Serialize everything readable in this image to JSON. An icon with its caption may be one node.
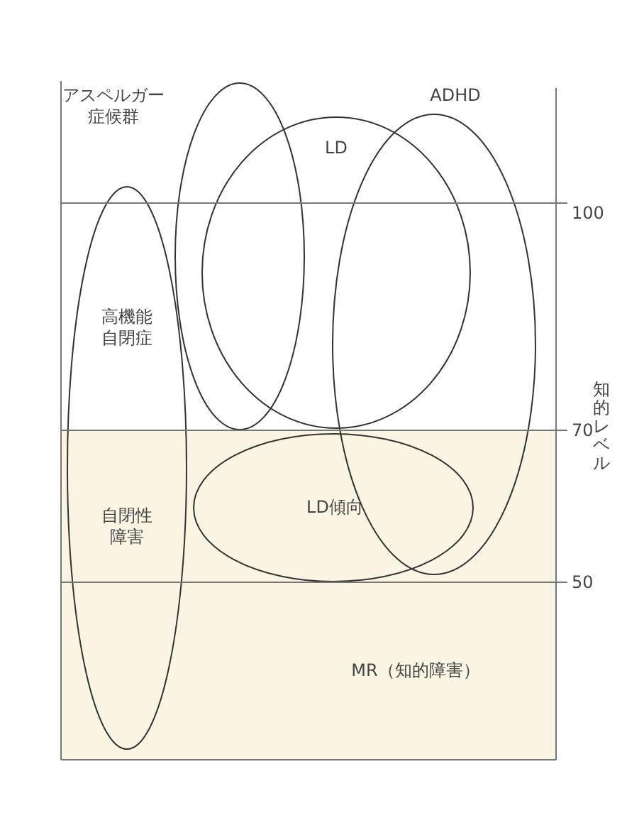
{
  "diagram": {
    "nodes": [
      {
        "text": [
          "アスペルガー症候群"
        ]
      },
      {
        "text": [
          "ADHD"
        ]
      },
      {
        "text": [
          "LD"
        ]
      },
      {
        "text": [
          "高機能自閉症",
          "自閉性障害"
        ]
      },
      {
        "text": [
          "LD傾向"
        ],
        "in": 5
      },
      {
        "text": [
          "MR（知的障害）"
        ]
      }
    ],
    "labels": [
      "100",
      "知的レベル",
      "70",
      "50"
    ]
  }
}
